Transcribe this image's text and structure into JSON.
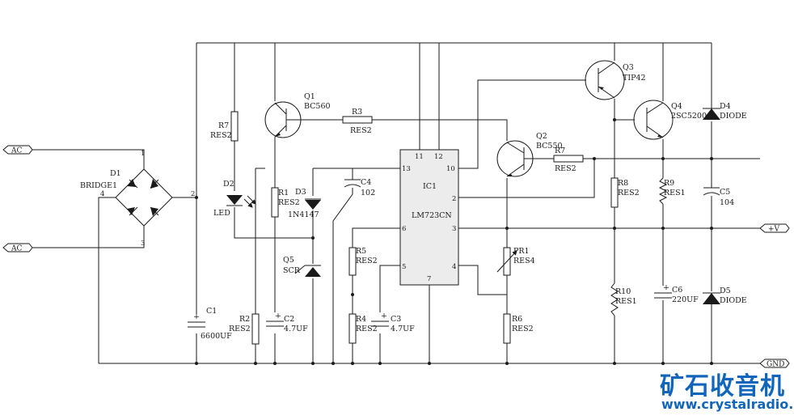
{
  "ports": {
    "ac1": "AC",
    "ac2": "AC",
    "vout": "+V",
    "gnd": "GND"
  },
  "components": {
    "D1": {
      "ref": "D1",
      "value": "BRIDGE1",
      "pins": [
        "1",
        "2",
        "3",
        "4"
      ]
    },
    "C1": {
      "ref": "C1",
      "value": "6600UF"
    },
    "R7a": {
      "ref": "R7",
      "value": "RES2"
    },
    "D2": {
      "ref": "D2",
      "value": "LED"
    },
    "R1": {
      "ref": "R1",
      "value": "RES2"
    },
    "D3": {
      "ref": "D3",
      "value": "1N4147"
    },
    "Q5": {
      "ref": "Q5",
      "value": "SCR"
    },
    "R2": {
      "ref": "R2",
      "value": "RES2"
    },
    "C2": {
      "ref": "C2",
      "value": "4.7UF"
    },
    "Q1": {
      "ref": "Q1",
      "value": "BC560"
    },
    "R3": {
      "ref": "R3",
      "value": "RES2"
    },
    "C4": {
      "ref": "C4",
      "value": "102"
    },
    "IC1": {
      "ref": "IC1",
      "value": "LM723CN",
      "pins": [
        "11",
        "12",
        "13",
        "10",
        "2",
        "6",
        "3",
        "5",
        "4",
        "7"
      ]
    },
    "R5": {
      "ref": "R5",
      "value": "RES2"
    },
    "R4": {
      "ref": "R4",
      "value": "RES2"
    },
    "C3": {
      "ref": "C3",
      "value": "4.7UF"
    },
    "Q2": {
      "ref": "Q2",
      "value": "BC550"
    },
    "R7b": {
      "ref": "R7",
      "value": "RES2"
    },
    "PR1": {
      "ref": "PR1",
      "value": "RES4"
    },
    "R6": {
      "ref": "R6",
      "value": "RES2"
    },
    "Q3": {
      "ref": "Q3",
      "value": "TIP42"
    },
    "Q4": {
      "ref": "Q4",
      "value": "2SC5200"
    },
    "R8": {
      "ref": "R8",
      "value": "RES2"
    },
    "R9": {
      "ref": "R9",
      "value": "RES1"
    },
    "R10": {
      "ref": "R10",
      "value": "RES1"
    },
    "C6": {
      "ref": "C6",
      "value": "220UF"
    },
    "C5": {
      "ref": "C5",
      "value": "104"
    },
    "D4": {
      "ref": "D4",
      "value": "DIODE"
    },
    "D5": {
      "ref": "D5",
      "value": "DIODE"
    }
  },
  "watermark": {
    "cn": "矿石收音机",
    "url": "www.crystalradio.cn"
  }
}
